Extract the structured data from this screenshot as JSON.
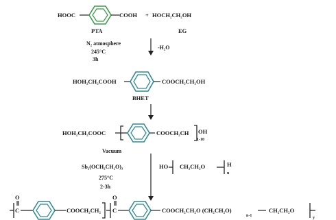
{
  "colors": {
    "ring_green": "#3a9a4a",
    "ring_teal": "#2f8a95",
    "text": "#1a1a1a",
    "background": "#ffffff"
  },
  "step1": {
    "left_group": "HOOC",
    "right_group": "COOH",
    "plus": "+",
    "eg_formula": "HOCH₂CH₂OH",
    "pta_label": "PTA",
    "eg_label": "EG"
  },
  "arrow1": {
    "cond_atmosphere": "N₂ atmosphere",
    "cond_temp": "245°C",
    "cond_time": "3h",
    "byproduct": "-H₂O"
  },
  "bhet": {
    "left_group": "HOH₂CH₂COOH",
    "right_group": "COOCH₂CH₂OH",
    "label": "BHET"
  },
  "oligomer": {
    "left_group": "HOH₂CH₂COOC",
    "right_group": "COOCH₂CH",
    "end_group": "OH",
    "subscript": "1-10"
  },
  "arrow2": {
    "cond_vacuum": "Vacuum",
    "catalyst": "Sb₂(OCH₂CH₂O)₃",
    "cond_temp": "275°C",
    "cond_time": "2-3h",
    "peg_ho": "HO",
    "peg_unit": "CH₂CH₂O",
    "peg_h": "H",
    "peg_n": "n"
  },
  "copolymer": {
    "carbonyl_o1": "O",
    "carbonyl_c1": "C",
    "ester1": "COOCH₂CH₂",
    "carbonyl_o2": "O",
    "carbonyl_c2": "C",
    "ester2": "COOCH₂CH₂O (CH₂CH₂O)",
    "sub_n1": "n-1",
    "end_unit": "CH₂CH₂O",
    "sub_y": "y"
  }
}
